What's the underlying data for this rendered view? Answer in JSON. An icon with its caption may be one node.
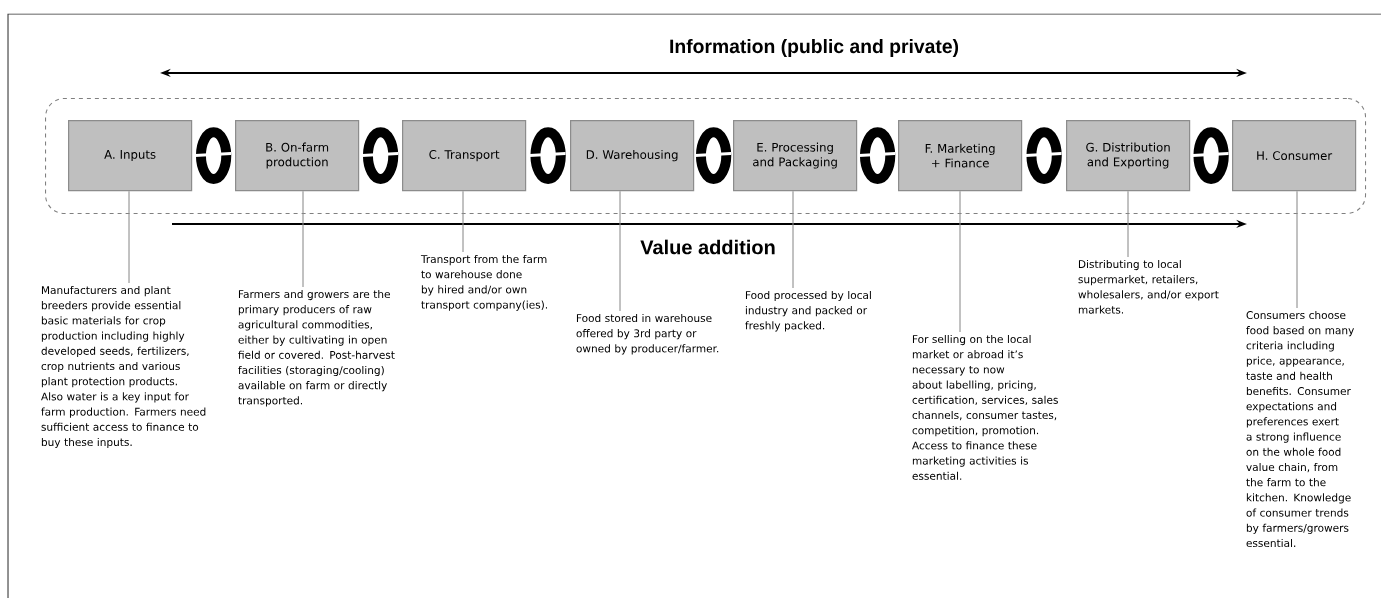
{
  "diagram": {
    "nodes": [
      {
        "text": [],
        "shape": "box"
      },
      {
        "text": [
          "A. Inputs"
        ],
        "in": 0
      },
      {
        "text": [
          "B. On-farm production"
        ],
        "in": 0
      },
      {
        "text": [
          "C. Transport"
        ],
        "in": 0
      },
      {
        "text": [
          "D. Warehousing"
        ],
        "in": 0
      },
      {
        "text": [
          "E. Processing and Packaging"
        ],
        "in": 0
      },
      {
        "text": [
          "F. Marketing + Finance"
        ],
        "in": 0
      },
      {
        "text": [
          "G. Distribution and Exporting"
        ],
        "in": 0
      },
      {
        "text": [
          "H. Consumer"
        ],
        "in": 0
      },
      {
        "text": [
          "Manufacturers and plant breeders provide essential basic materials for crop production including highly developed seeds, fertilizers, crop nutrients and various plant protection products. Also water is a key input for farm production. Farmers need sufficient access to finance to buy these inputs."
        ]
      },
      {
        "text": [
          "Farmers and growers are the primary producers of raw agricultural commodities, either by cultivating in open field or covered. Post-harvest facilities (storaging/cooling) available on farm or directly transported."
        ]
      },
      {
        "text": [
          "Transport from the farm to warehouse done by hired and/or own transport company(ies)."
        ]
      },
      {
        "text": [
          "Food stored in warehouse offered by 3rd party or owned by producer/farmer."
        ]
      },
      {
        "text": [
          "Food processed by local industry and packed or freshly packed."
        ]
      },
      {
        "text": [
          "For selling on the local market or abroad it’s necessary to now about labelling, pricing, certification, services, sales channels, consumer tastes, competition, promotion. Access to finance these marketing activities is essential."
        ]
      },
      {
        "text": [
          "Distributing to local supermarket, retailers, wholesalers, and/or export markets."
        ]
      },
      {
        "text": [
          "Consumers choose food based on many criteria including price, appearance, taste and health benefits. Consumer expectations and preferences exert a strong influence on the whole food value chain, from the farm to the kitchen. Knowledge of consumer trends by farmers/growers essential."
        ]
      }
    ],
    "edges": [
      {
        "from": 1,
        "to": 2,
        "arrow": "none",
        "style": "thick",
        "color": "#000000"
      },
      {
        "from": 2,
        "to": 3,
        "arrow": "none",
        "style": "thick",
        "color": "#000000"
      },
      {
        "from": 3,
        "to": 4,
        "arrow": "none",
        "style": "thick",
        "color": "#000000"
      },
      {
        "from": 4,
        "to": 5,
        "arrow": "none",
        "style": "thick",
        "color": "#000000"
      },
      {
        "from": 5,
        "to": 6,
        "arrow": "none",
        "style": "thick",
        "color": "#000000"
      },
      {
        "from": 6,
        "to": 7,
        "arrow": "none",
        "style": "thick",
        "color": "#000000"
      },
      {
        "from": 7,
        "to": 8,
        "arrow": "none",
        "style": "thick",
        "color": "#000000"
      },
      {
        "from": 9,
        "to": 1,
        "arrow": "none"
      },
      {
        "from": 10,
        "to": 2,
        "arrow": "none"
      },
      {
        "from": 11,
        "to": 3,
        "arrow": "none"
      },
      {
        "from": 12,
        "to": 4,
        "arrow": "none"
      },
      {
        "from": 13,
        "to": 5,
        "arrow": "none"
      },
      {
        "from": 14,
        "to": 6,
        "arrow": "none"
      },
      {
        "from": 15,
        "to": 7,
        "arrow": "none"
      },
      {
        "from": 16,
        "to": 8,
        "arrow": "none"
      }
    ],
    "labels": [
      "Information (public and private)",
      "Value addition"
    ]
  }
}
